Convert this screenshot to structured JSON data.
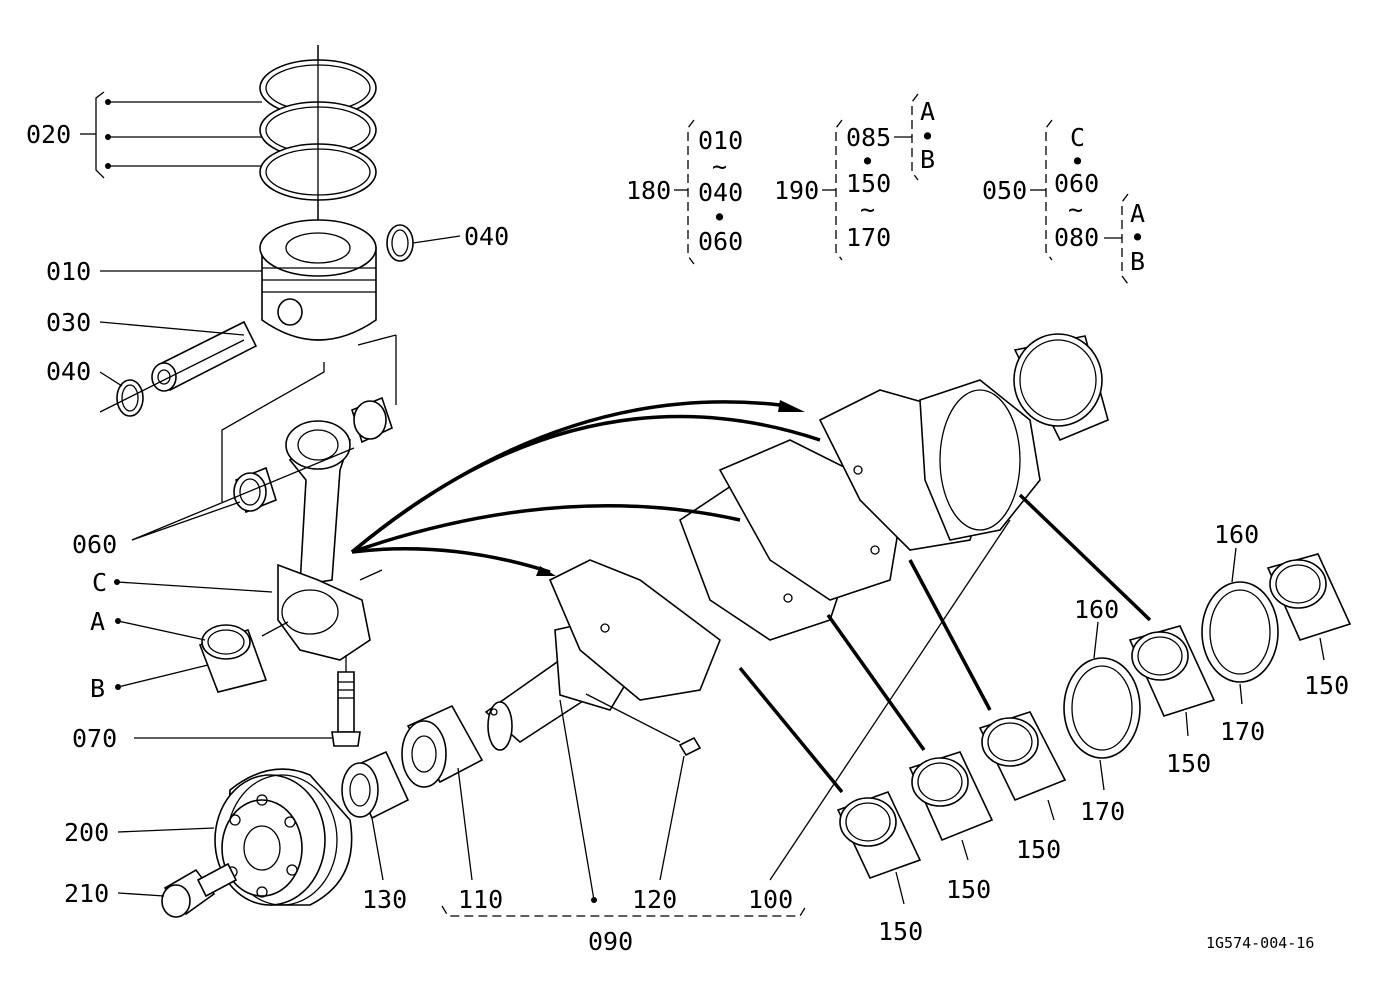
{
  "figure_code": "1G574-004-16",
  "callouts": {
    "c020": "020",
    "c010": "010",
    "c030": "030",
    "c040a": "040",
    "c040b": "040",
    "c060": "060",
    "cC": "C",
    "cA": "A",
    "cB": "B",
    "c070": "070",
    "c200": "200",
    "c210": "210",
    "c130": "130",
    "c110": "110",
    "c120": "120",
    "c100": "100",
    "c090": "090",
    "c150a": "150",
    "c150b": "150",
    "c150c": "150",
    "c150d": "150",
    "c150e": "150",
    "c160a": "160",
    "c160b": "160",
    "c170a": "170",
    "c170b": "170"
  },
  "sets": {
    "s180": {
      "label": "180",
      "items": [
        "010",
        "~",
        "040",
        "•",
        "060"
      ]
    },
    "s190": {
      "label": "190",
      "items": [
        "085",
        "•",
        "150",
        "~",
        "170"
      ],
      "sub": [
        "A",
        "•",
        "B"
      ]
    },
    "s050": {
      "label": "050",
      "items": [
        "C",
        "•",
        "060",
        "~",
        "080"
      ],
      "sub": [
        "A",
        "•",
        "B"
      ]
    }
  }
}
